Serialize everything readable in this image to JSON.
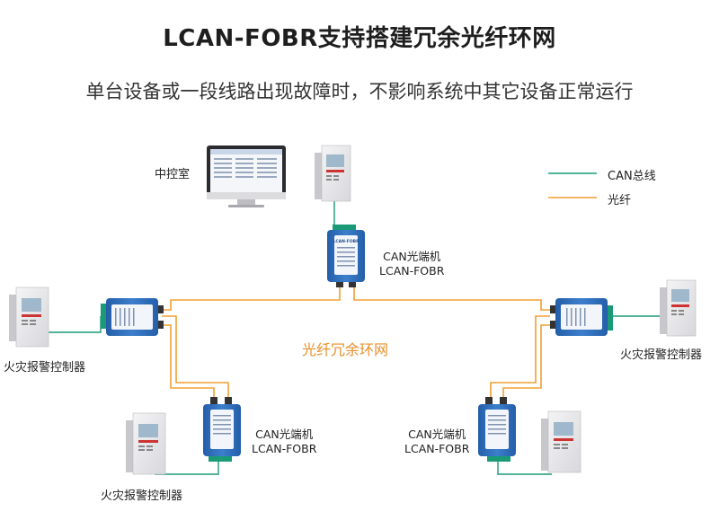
{
  "title": "LCAN-FOBR支持搭建冗余光纤环网",
  "subtitle": "单台设备或一段线路出现故障时，不影响系统中其它设备正常运行",
  "colors": {
    "can_bus": "#1a9a76",
    "fiber": "#f0a030",
    "device_blue": "#2f6fb8",
    "panel_gray": "#e8e8ea"
  },
  "legend": {
    "can": "CAN总线",
    "fiber": "光纤"
  },
  "control_room": "中控室",
  "ring_label": "光纤冗余环网",
  "device_label_line1": "CAN光端机",
  "device_label_line2": "LCAN-FOBR",
  "device_face_text": "LCAN-FOBR",
  "fire_panel_label": "火灾报警控制器",
  "icons": [
    "monitor-icon",
    "fire-panel-icon",
    "fiber-converter-icon"
  ]
}
